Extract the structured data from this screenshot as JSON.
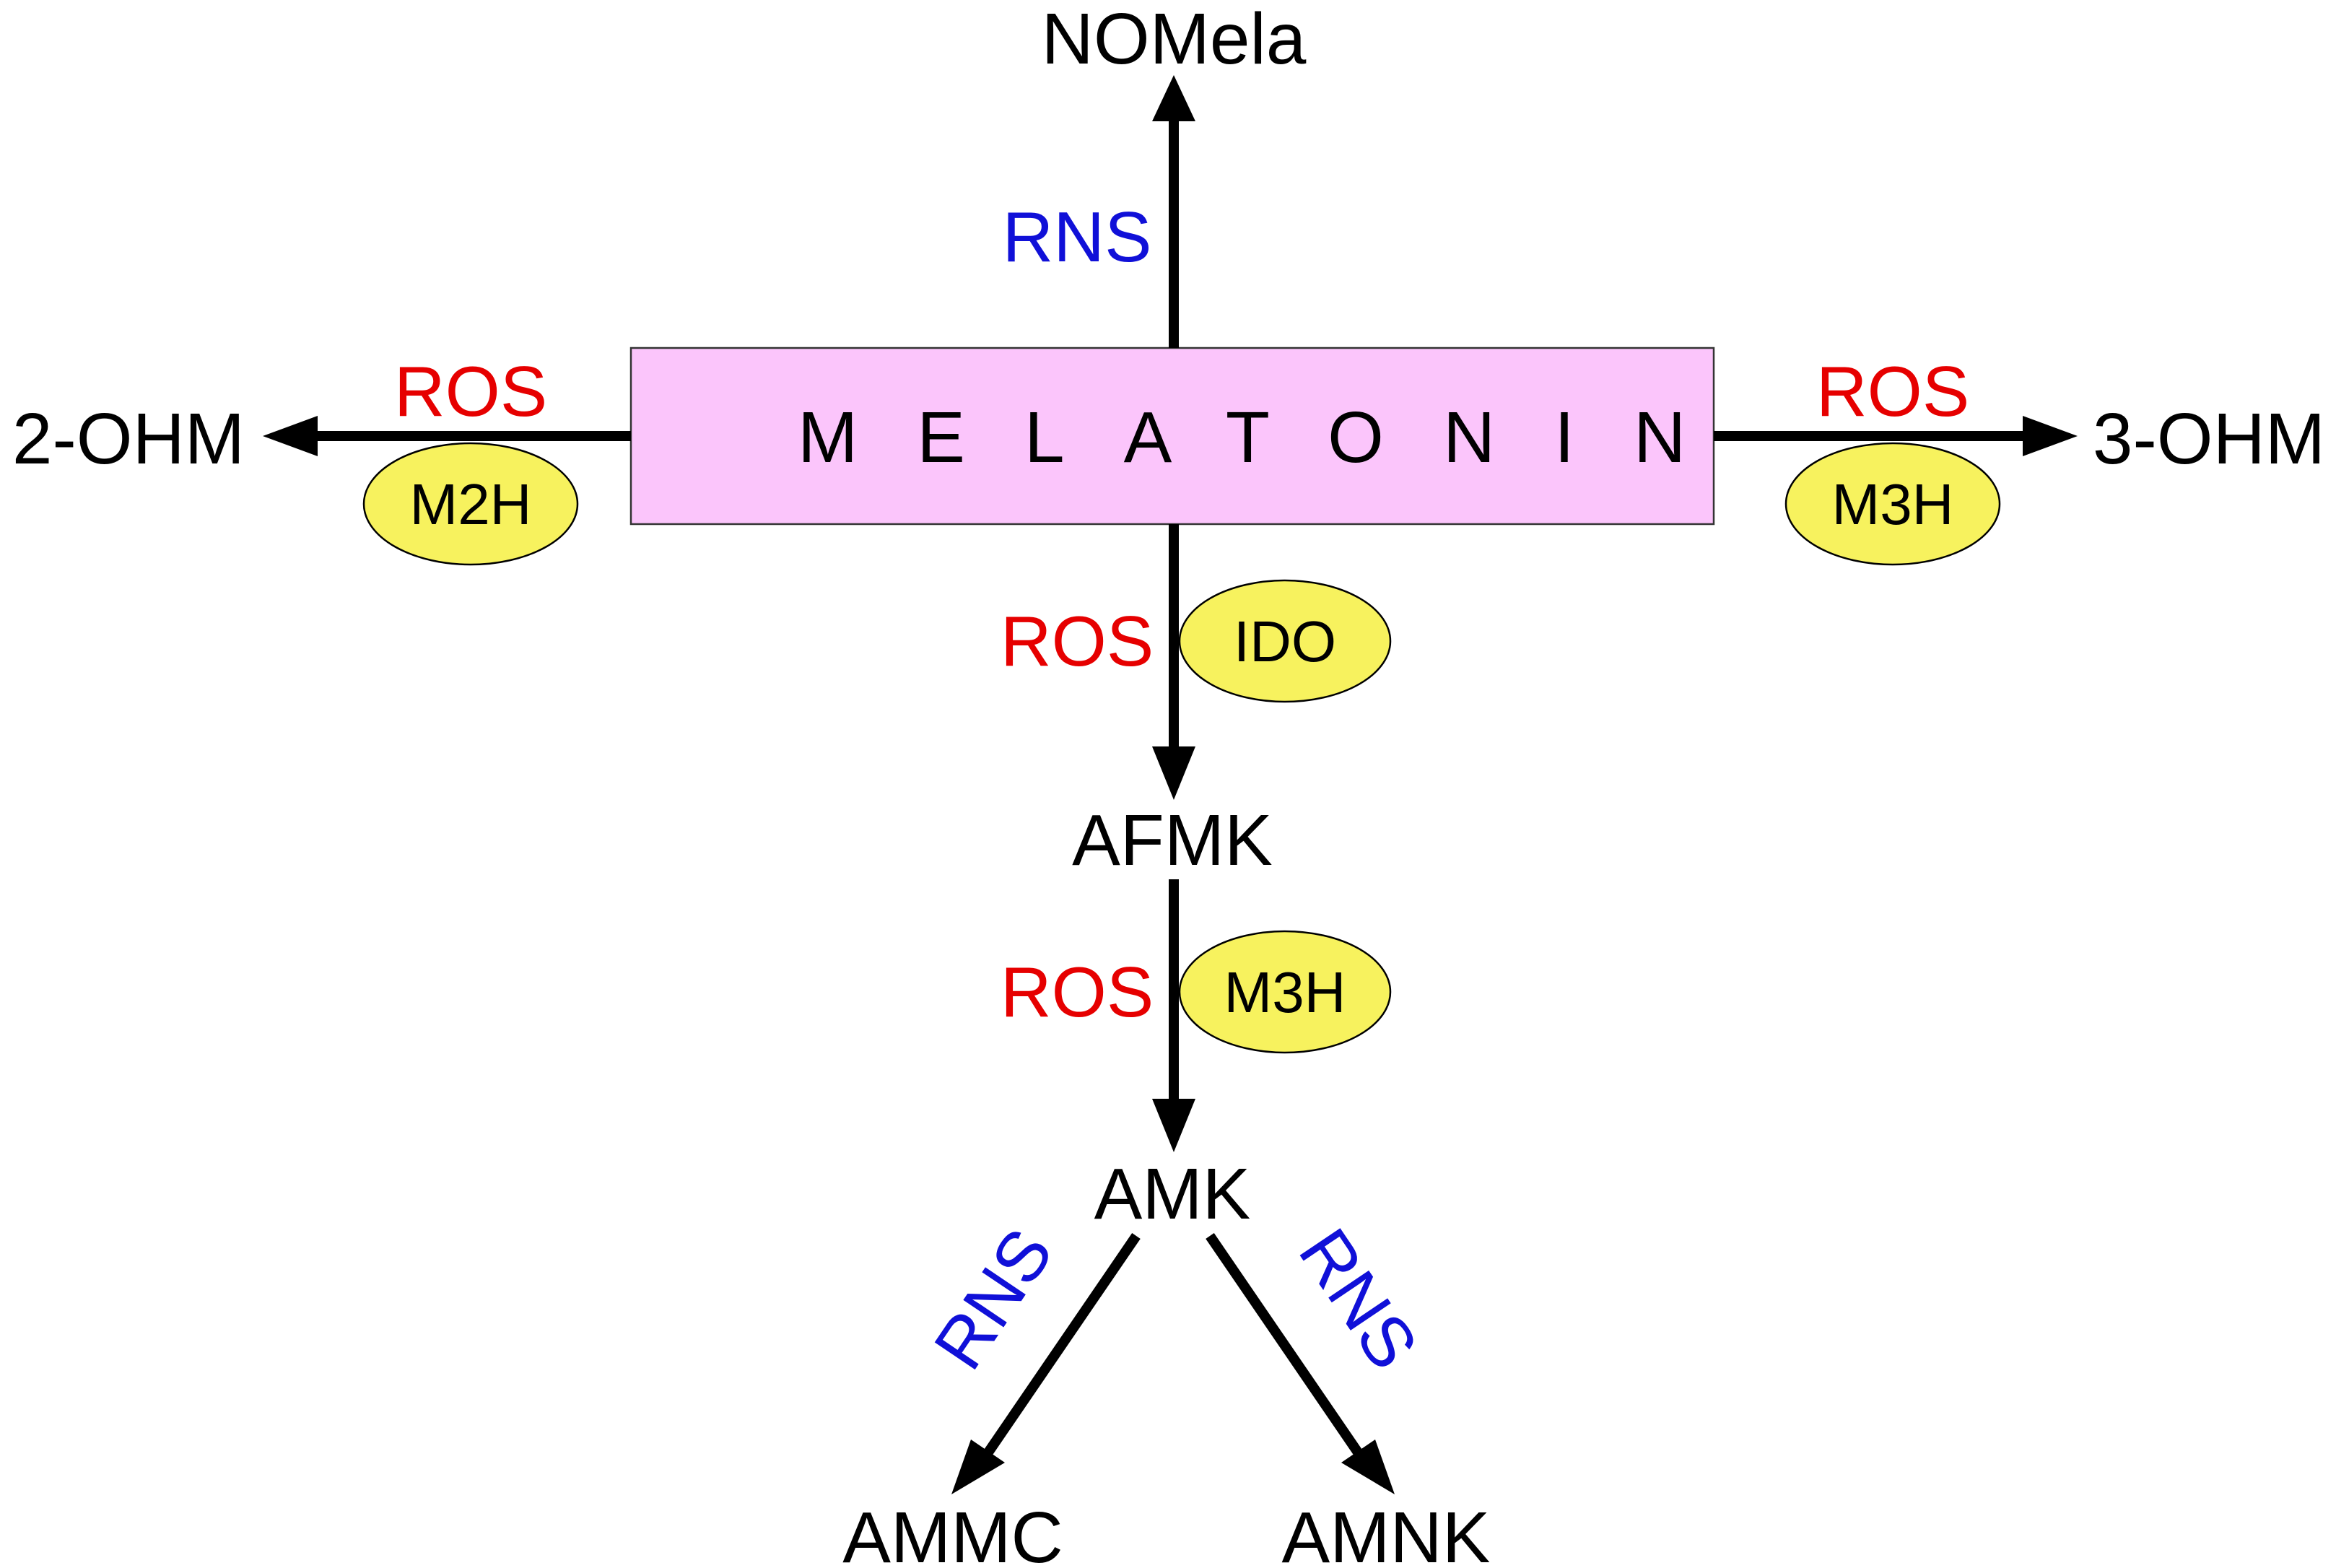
{
  "center": {
    "label": "MELATONIN",
    "fill": "#fbc5fb"
  },
  "products": {
    "top": "NOMela",
    "left": "2-OHM",
    "right": "3-OHM",
    "afmk": "AFMK",
    "amk": "AMK",
    "ammc": "AMMC",
    "amnk": "AMNK"
  },
  "agents": {
    "top": "RNS",
    "left": "ROS",
    "right": "ROS",
    "down_first": "ROS",
    "down_second": "ROS",
    "amk_left": "RNS",
    "amk_right": "RNS"
  },
  "enzymes": {
    "left": "M2H",
    "right": "M3H",
    "down_first": "IDO",
    "down_second": "M3H"
  },
  "colors": {
    "ros": "#e60000",
    "rns": "#1010d8",
    "enzyme_fill": "#f7f25e",
    "arrow": "#000000"
  }
}
